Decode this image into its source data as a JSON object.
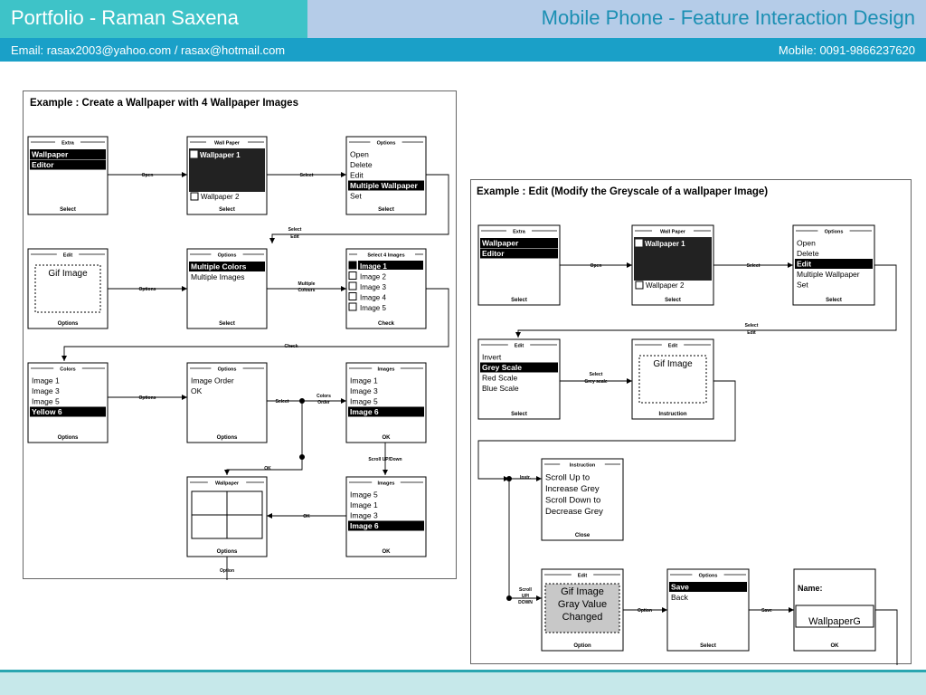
{
  "header": {
    "title_left": "Portfolio - Raman Saxena",
    "title_right": "Mobile Phone - Feature Interaction Design",
    "email": "Email: rasax2003@yahoo.com / rasax@hotmail.com",
    "mobile": "Mobile: 0091-9866237620"
  },
  "colors": {
    "header_teal": "#3ec3c8",
    "header_blue": "#b5cce8",
    "contact_bar": "#1aa0c8",
    "title_right": "#1b8fb3",
    "footer": "#c6e8ea"
  },
  "panel1": {
    "title": "Example :  Create a Wallpaper with 4 Wallpaper Images",
    "screens": [
      {
        "id": "s1",
        "title": "Extra",
        "items": [
          "Wallpaper",
          "Editor"
        ],
        "selected": [
          0,
          1
        ],
        "footer": "Select"
      },
      {
        "id": "s2",
        "title": "Wall Paper",
        "items": [
          "Wallpaper 1",
          "Wallpaper 2"
        ],
        "footer": "Select"
      },
      {
        "id": "s3",
        "title": "Options",
        "items": [
          "Open",
          "Delete",
          "Edit",
          "Multiple Wallpaper",
          "Set"
        ],
        "selected": [
          3
        ],
        "footer": "Select"
      },
      {
        "id": "s4",
        "title": "Edit",
        "box": "Gif Image",
        "footer": "Options"
      },
      {
        "id": "s5",
        "title": "Options",
        "items": [
          "Multiple Colors",
          "Multiple Images"
        ],
        "selected": [
          0
        ],
        "footer": "Select"
      },
      {
        "id": "s6",
        "title": "Select 4 Images",
        "items": [
          "Image 1",
          "Image 2",
          "Image 3",
          "Image 4",
          "Image 5"
        ],
        "footer": "Check"
      },
      {
        "id": "s7",
        "title": "Colors",
        "items": [
          "Image 1",
          "Image 3",
          "Image 5",
          "Yellow 6"
        ],
        "selected": [
          3
        ],
        "footer": "Options"
      },
      {
        "id": "s8",
        "title": "Options",
        "items": [
          "Image Order",
          "OK"
        ],
        "footer": "Options"
      },
      {
        "id": "s9",
        "title": "Images",
        "items": [
          "Image 1",
          "Image 3",
          "Image 5",
          "Image 6"
        ],
        "selected": [
          3
        ],
        "footer": "OK"
      },
      {
        "id": "s10",
        "title": "Wallpaper",
        "footer": "Options"
      },
      {
        "id": "s11",
        "title": "Images",
        "items": [
          "Image 5",
          "Image 1",
          "Image 3",
          "Image 6"
        ],
        "selected": [
          3
        ],
        "footer": "OK"
      }
    ],
    "arrows": {
      "open": "Open",
      "select": "Select",
      "select_edit": [
        "Select",
        "Edit"
      ],
      "options": "Options",
      "multiple_colours": [
        "Multiple",
        "Colours"
      ],
      "check": "Check",
      "select2": "Select",
      "colors_order": [
        "Colors",
        "Order"
      ],
      "scroll": "Scroll UP/Down",
      "ok1": "OK",
      "ok2": "OK",
      "option": "Option"
    }
  },
  "panel2": {
    "title": "Example :  Edit (Modify the Greyscale of a wallpaper Image)",
    "screens": [
      {
        "id": "t1",
        "title": "Extra",
        "items": [
          "Wallpaper",
          "Editor"
        ],
        "selected": [
          0,
          1
        ],
        "footer": "Select"
      },
      {
        "id": "t2",
        "title": "Wall Paper",
        "items": [
          "Wallpaper 1",
          "Wallpaper 2"
        ],
        "footer": "Select"
      },
      {
        "id": "t3",
        "title": "Options",
        "items": [
          "Open",
          "Delete",
          "Edit",
          "Multiple Wallpaper",
          "Set"
        ],
        "selected": [
          2
        ],
        "footer": "Select"
      },
      {
        "id": "t4",
        "title": "Edit",
        "items": [
          "Invert",
          "Grey Scale",
          "Red Scale",
          "Blue Scale"
        ],
        "selected": [
          1
        ],
        "footer": "Select"
      },
      {
        "id": "t5",
        "title": "Edit",
        "box": "Gif Image",
        "footer": "Instruction"
      },
      {
        "id": "t6",
        "title": "Instruction",
        "items": [
          "Scroll Up to",
          "Increase Grey",
          "Scroll Down to",
          "Decrease Grey"
        ],
        "footer": "Close"
      },
      {
        "id": "t7",
        "title": "Edit",
        "grey": [
          "Gif Image",
          "Gray Value",
          "Changed"
        ],
        "footer": "Option"
      },
      {
        "id": "t8",
        "title": "Options",
        "items": [
          "Save",
          "Back"
        ],
        "selected": [
          0
        ],
        "footer": "Select"
      },
      {
        "id": "t9",
        "label": "Name:",
        "field": "WallpaperG",
        "footer": "OK"
      }
    ],
    "arrows": {
      "open": "Open",
      "select": "Select",
      "select_edit": [
        "Select",
        "Edit"
      ],
      "select_grey": [
        "Select",
        "Grey scale"
      ],
      "instr": "Instr.",
      "scroll": [
        "Scroll",
        "UP/",
        "DOWN"
      ],
      "option": "Option",
      "save": "Save"
    }
  }
}
